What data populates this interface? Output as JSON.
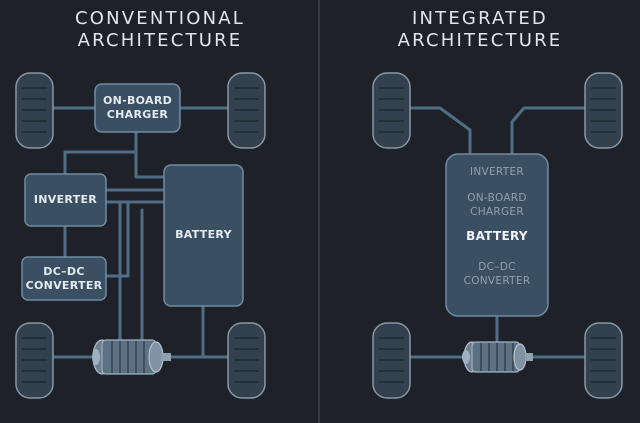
{
  "colors": {
    "background": "#1e2228",
    "wire": "#4f6e86",
    "box_fill": "#3a4f62",
    "box_stroke": "#6f8ba2",
    "tire": "#33414f",
    "tire_edge": "#8797a6"
  },
  "left": {
    "title_line1": "CONVENTIONAL",
    "title_line2": "ARCHITECTURE",
    "charger_line1": "ON-BOARD",
    "charger_line2": "CHARGER",
    "inverter": "INVERTER",
    "battery": "BATTERY",
    "dcdc_line1": "DC–DC",
    "dcdc_line2": "CONVERTER"
  },
  "right": {
    "title_line1": "INTEGRATED",
    "title_line2": "ARCHITECTURE",
    "inverter": "INVERTER",
    "charger_line1": "ON-BOARD",
    "charger_line2": "CHARGER",
    "battery": "BATTERY",
    "dcdc_line1": "DC–DC",
    "dcdc_line2": "CONVERTER"
  }
}
